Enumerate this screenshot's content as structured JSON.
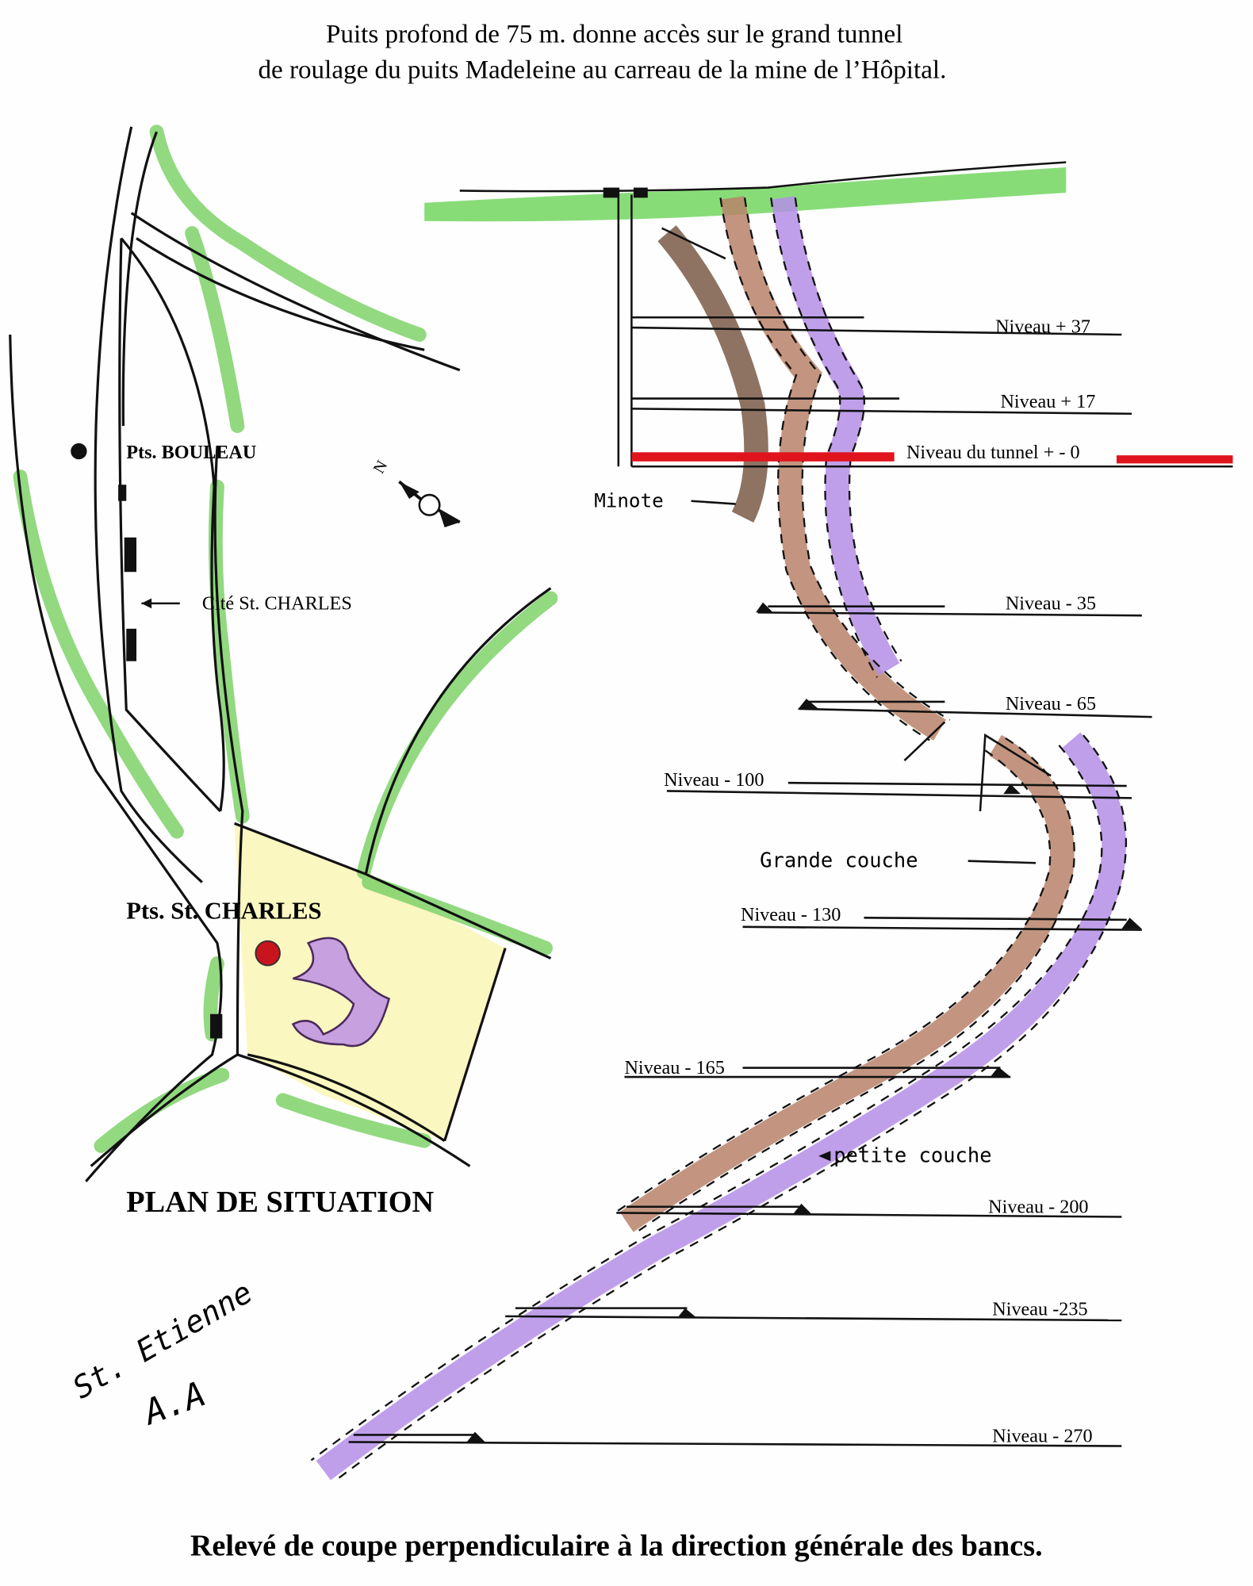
{
  "title": {
    "line1": "Puits profond de 75 m. donne accès sur le grand tunnel",
    "line2": "de roulage du puits Madeleine au carreau de la mine de l’Hôpital."
  },
  "levels": [
    {
      "label": "Niveau + 37",
      "depth_m": 37
    },
    {
      "label": "Niveau + 17",
      "depth_m": 17
    },
    {
      "label": "Niveau du tunnel  + - 0",
      "depth_m": 0
    },
    {
      "label": "Niveau - 35",
      "depth_m": -35
    },
    {
      "label": "Niveau - 65",
      "depth_m": -65
    },
    {
      "label": "Niveau - 100",
      "depth_m": -100
    },
    {
      "label": "Niveau - 130",
      "depth_m": -130
    },
    {
      "label": "Niveau - 165",
      "depth_m": -165
    },
    {
      "label": "Niveau - 200",
      "depth_m": -200
    },
    {
      "label": "Niveau -235",
      "depth_m": -235
    },
    {
      "label": "Niveau - 270",
      "depth_m": -270
    }
  ],
  "seams": {
    "minote": "Minote",
    "grande": "Grande couche",
    "petite": "petite couche"
  },
  "map": {
    "bouleau": "Pts. BOULEAU",
    "cite": "Cité St. CHARLES",
    "st_charles": "Pts. St. CHARLES",
    "title": "PLAN DE SITUATION",
    "compass": "N"
  },
  "signature": {
    "place": "St. Etienne",
    "initials": "A.A"
  },
  "caption": "Relevé de coupe perpendiculaire à la direction générale des bancs.",
  "colors": {
    "green": "#7fd26a",
    "brown": "#a86a4e",
    "purple": "#b48ee6",
    "red": "#e0141c",
    "yellow": "#fbf7c0",
    "minote": "#7a5a48"
  }
}
